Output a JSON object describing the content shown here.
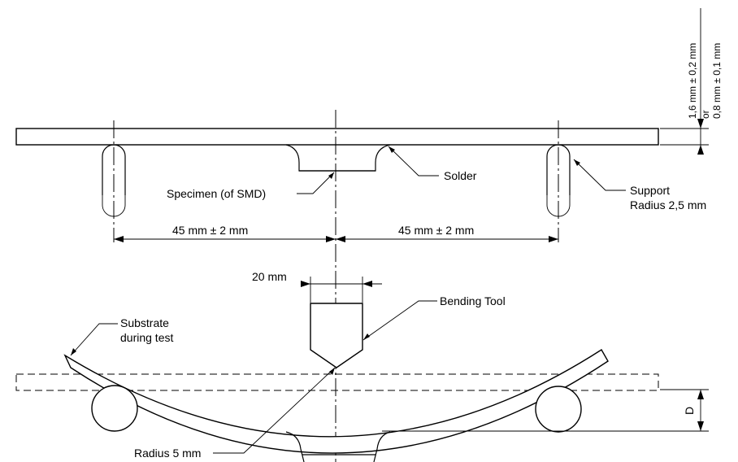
{
  "labels": {
    "thickness_main": "1,6 mm ± 0,2 mm",
    "thickness_or": "or",
    "thickness_alt": "0,8 mm ± 0,1 mm",
    "solder": "Solder",
    "specimen": "Specimen (of SMD)",
    "support_line1": "Support",
    "support_line2": "Radius 2,5 mm",
    "span_left": "45 mm ± 2 mm",
    "span_right": "45 mm ± 2 mm",
    "tool_width": "20  mm",
    "bending_tool": "Bending Tool",
    "substrate_line1": "Substrate",
    "substrate_line2": "during test",
    "deflection": "D",
    "radius_tool": "Radius 5 mm"
  }
}
